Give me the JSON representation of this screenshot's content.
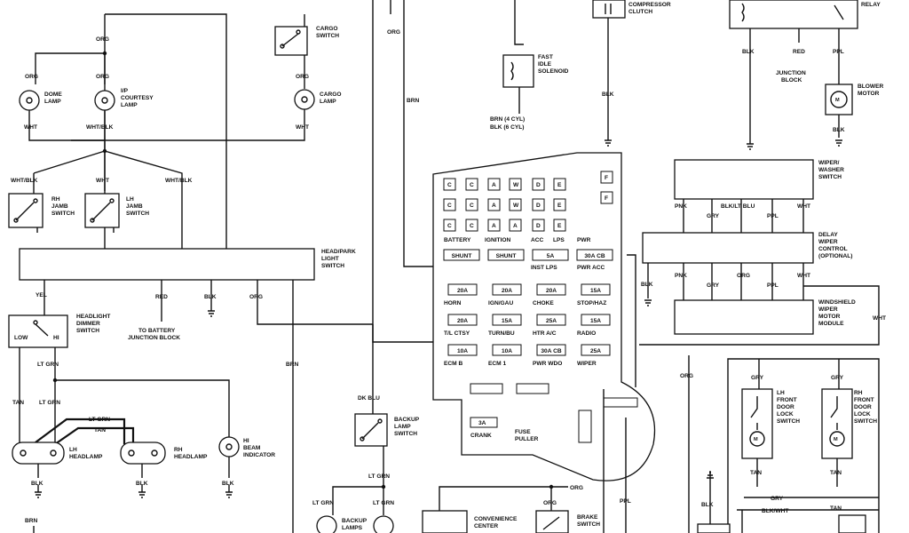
{
  "wire_labels": {
    "org": "ORG",
    "wht": "WHT",
    "wht_blk": "WHT/BLK",
    "yel": "YEL",
    "red": "RED",
    "blk": "BLK",
    "brn": "BRN",
    "lt_grn": "LT GRN",
    "tan": "TAN",
    "dk_blu": "DK BLU",
    "pnk": "PNK",
    "gry": "GRY",
    "blk_lt_blu": "BLK/LT BLU",
    "ppl": "PPL",
    "blk_wht": "BLK/WHT",
    "brn_4_cyl": "BRN (4 CYL)",
    "blk_6_cyl": "BLK (6 CYL)"
  },
  "components": {
    "dome_lamp": [
      "DOME",
      "LAMP"
    ],
    "ip_courtesy_lamp": [
      "I/P",
      "COURTESY",
      "LAMP"
    ],
    "cargo_switch": [
      "CARGO",
      "SWITCH"
    ],
    "cargo_lamp": [
      "CARGO",
      "LAMP"
    ],
    "rh_jamb_switch": [
      "RH",
      "JAMB",
      "SWITCH"
    ],
    "lh_jamb_switch": [
      "LH",
      "JAMB",
      "SWITCH"
    ],
    "head_park_switch": [
      "HEAD/PARK",
      "LIGHT",
      "SWITCH"
    ],
    "headlight_dimmer_switch": [
      "HEADLIGHT",
      "DIMMER",
      "SWITCH"
    ],
    "low": "LOW",
    "hi": "HI",
    "to_battery": [
      "TO BATTERY",
      "JUNCTION BLOCK"
    ],
    "lh_headlamp": [
      "LH",
      "HEADLAMP"
    ],
    "rh_headlamp": [
      "RH",
      "HEADLAMP"
    ],
    "hi_beam_indicator": [
      "HI",
      "BEAM",
      "INDICATOR"
    ],
    "compressor_clutch": [
      "COMPRESSOR",
      "CLUTCH"
    ],
    "fast_idle_solenoid": [
      "FAST",
      "IDLE",
      "SOLENOID"
    ],
    "relay": "RELAY",
    "junction_block": [
      "JUNCTION",
      "BLOCK"
    ],
    "blower_motor": [
      "BLOWER",
      "MOTOR"
    ],
    "wiper_washer_switch": [
      "WIPER/",
      "WASHER",
      "SWITCH"
    ],
    "delay_wiper_control": [
      "DELAY",
      "WIPER",
      "CONTROL",
      "(OPTIONAL)"
    ],
    "windshield_wiper_module": [
      "WINDSHIELD",
      "WIPER",
      "MOTOR",
      "MODULE"
    ],
    "backup_lamp_switch": [
      "BACKUP",
      "LAMP",
      "SWITCH"
    ],
    "backup_lamps": [
      "BACKUP",
      "LAMPS"
    ],
    "convenience_center": [
      "CONVENIENCE",
      "CENTER"
    ],
    "brake_switch": [
      "BRAKE",
      "SWITCH"
    ],
    "lh_door_lock_switch": [
      "LH",
      "FRONT",
      "DOOR",
      "LOCK",
      "SWITCH"
    ],
    "rh_door_lock_switch": [
      "RH",
      "FRONT",
      "DOOR",
      "LOCK",
      "SWITCH"
    ],
    "rh_bottom": "RH"
  },
  "fuse_block": {
    "top_letters": [
      [
        "C",
        "C",
        "A",
        "W",
        "D",
        "E"
      ],
      [
        "C",
        "C",
        "A",
        "W",
        "D",
        "E"
      ],
      [
        "C",
        "C",
        "A",
        "A",
        "D",
        "E"
      ]
    ],
    "side_letters": [
      "F",
      "F"
    ],
    "letter_labels": [
      "BATTERY",
      "IGNITION",
      "ACC",
      "LPS",
      "PWR"
    ],
    "shunt_row": [
      "SHUNT",
      "SHUNT",
      "5A",
      "30A CB"
    ],
    "shunt_labels": [
      "INST LPS",
      "PWR ACC"
    ],
    "fuse_rows": [
      {
        "ratings": [
          "20A",
          "20A",
          "20A",
          "15A"
        ],
        "names": [
          "HORN",
          "IGN/GAU",
          "CHOKE",
          "STOP/HAZ"
        ]
      },
      {
        "ratings": [
          "20A",
          "15A",
          "25A",
          "15A"
        ],
        "names": [
          "T/L CTSY",
          "TURN/BU",
          "HTR A/C",
          "RADIO"
        ]
      },
      {
        "ratings": [
          "10A",
          "10A",
          "30A CB",
          "25A"
        ],
        "names": [
          "ECM B",
          "ECM 1",
          "PWR WDO",
          "WIPER"
        ]
      }
    ],
    "crank_rating": "3A",
    "crank": "CRANK",
    "fuse_puller": [
      "FUSE",
      "PULLER"
    ]
  }
}
